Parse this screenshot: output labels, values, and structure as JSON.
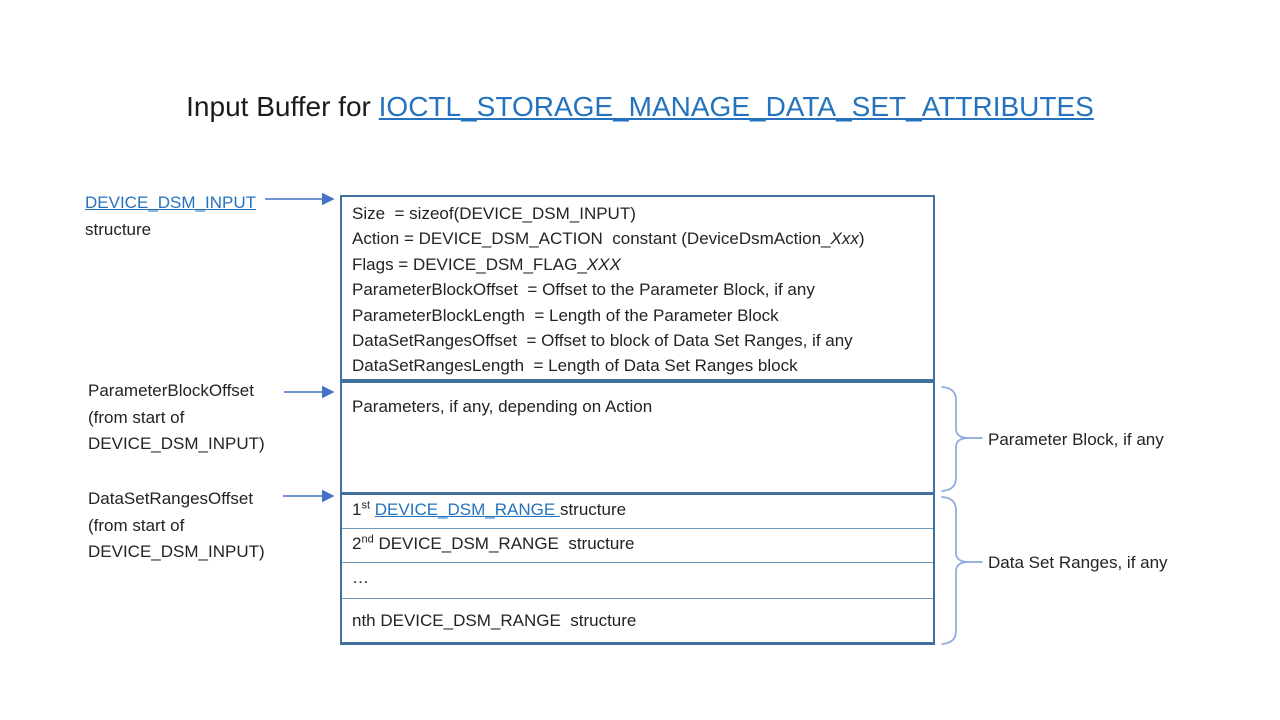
{
  "title": {
    "prefix": "Input Buffer for ",
    "link": "IOCTL_STORAGE_MANAGE_DATA_SET_ATTRIBUTES"
  },
  "left_labels": {
    "dsm_input": {
      "link": "DEVICE_DSM_INPUT",
      "line2": "structure"
    },
    "param_offset": {
      "lines": [
        "ParameterBlockOffset",
        "(from start of",
        "DEVICE_DSM_INPUT)"
      ]
    },
    "ranges_offset": {
      "lines": [
        "DataSetRangesOffset",
        "(from start of",
        "DEVICE_DSM_INPUT)"
      ]
    }
  },
  "header_box": {
    "lines": [
      {
        "pre": "Size  = sizeof(DEVICE_DSM_INPUT)"
      },
      {
        "pre": "Action = DEVICE_DSM_ACTION  constant (DeviceDsmAction_",
        "italic": "Xxx",
        "post": ")"
      },
      {
        "pre": "Flags = DEVICE_DSM_FLAG_",
        "italic": "XXX"
      },
      {
        "pre": "ParameterBlockOffset  = Offset to the Parameter Block, if any"
      },
      {
        "pre": "ParameterBlockLength  = Length of the Parameter Block"
      },
      {
        "pre": "DataSetRangesOffset  = Offset to block of Data Set Ranges, if any"
      },
      {
        "pre": "DataSetRangesLength  = Length of Data Set Ranges block"
      }
    ]
  },
  "parameters_box": {
    "text": "Parameters, if any, depending on Action"
  },
  "ranges_box": {
    "rows": [
      {
        "ord": "1",
        "sup": "st",
        "gap": " ",
        "link": "DEVICE_DSM_RANGE ",
        "rest": "structure"
      },
      {
        "ord": "2",
        "sup": "nd",
        "rest": " DEVICE_DSM_RANGE  structure"
      },
      {
        "rest": "…"
      },
      {
        "rest": "nth DEVICE_DSM_RANGE  structure"
      }
    ]
  },
  "right_labels": {
    "parameter_block": "Parameter Block, if any",
    "data_set_ranges": "Data Set Ranges, if any"
  },
  "colors": {
    "link_blue": "#2573BE",
    "box_border": "#41719C",
    "row_divider": "#6E99BE",
    "arrow_blue": "#4472C4",
    "brace_blue": "#8FAADC",
    "text": "#232323"
  }
}
